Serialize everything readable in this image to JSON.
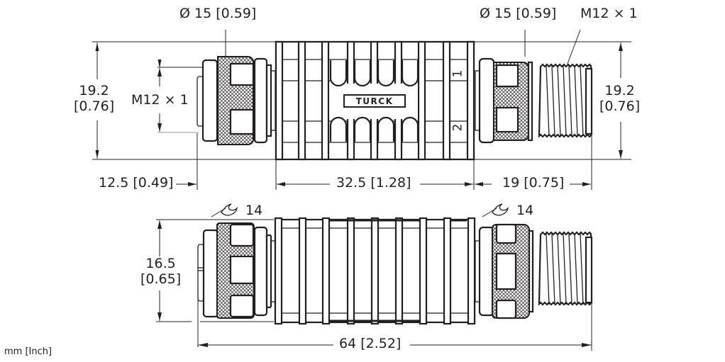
{
  "drawing": {
    "brand_logo": "TURCK",
    "units_note": "mm [Inch]",
    "colors": {
      "line": "#231f20",
      "background": "#ffffff",
      "extension_line": "#9a9a9a"
    },
    "top_view": {
      "left_nut_diameter": "Ø 15 [0.59]",
      "right_nut_diameter": "Ø 15 [0.59]",
      "right_thread": "M12 × 1",
      "left_thread": "M12 × 1",
      "left_height": {
        "mm": "19.2",
        "inch": "[0.76]"
      },
      "right_height": {
        "mm": "19.2",
        "inch": "[0.76]"
      },
      "left_length": "12.5 [0.49]",
      "body_length": "32.5 [1.28]",
      "right_length": "19 [0.75]",
      "port_labels": [
        "1",
        "2"
      ]
    },
    "side_view": {
      "left_wrench_size": "14",
      "right_wrench_size": "14",
      "height": {
        "mm": "16.5",
        "inch": "[0.65]"
      },
      "overall_length": "64 [2.52]"
    }
  }
}
